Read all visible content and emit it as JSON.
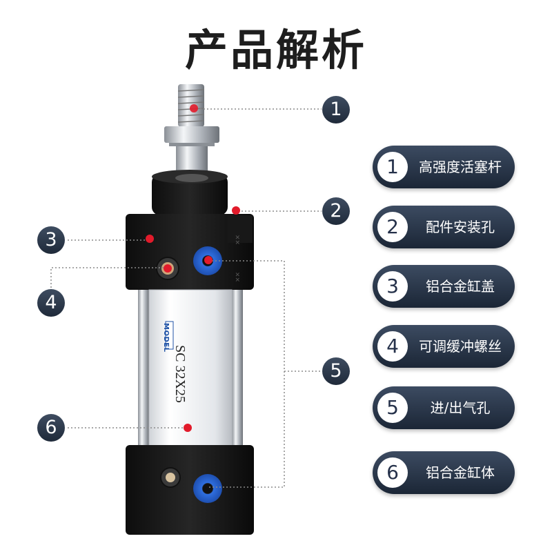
{
  "title": "产品解析",
  "markers": [
    "1",
    "2",
    "3",
    "4",
    "5",
    "6"
  ],
  "features": [
    {
      "num": "1",
      "label": "高强度活塞杆"
    },
    {
      "num": "2",
      "label": "配件安装孔"
    },
    {
      "num": "3",
      "label": "铝合金缸盖"
    },
    {
      "num": "4",
      "label": "可调缓冲螺丝"
    },
    {
      "num": "5",
      "label": "进/出气孔"
    },
    {
      "num": "6",
      "label": "铝合金缸体"
    }
  ],
  "cylinder": {
    "brand_strip": "MODEL",
    "model_text": "SC  32X25"
  },
  "colors": {
    "badge_dark": "#25314a",
    "port_blue": "#2f6fe0",
    "marker_red": "#e21b2b",
    "body_silver": "#e9ebee"
  }
}
